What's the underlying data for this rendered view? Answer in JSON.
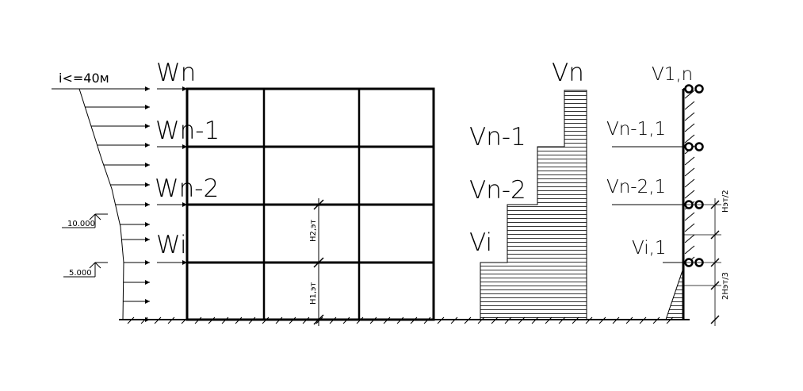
{
  "wind": {
    "range_label": "i<=40м",
    "level_10": "10.000",
    "level_5": "5.000"
  },
  "frame": {
    "loads": [
      "Wn",
      "Wn-1",
      "Wn-2",
      "Wi"
    ],
    "dim_upper": "H2,эт",
    "dim_lower": "H1,эт"
  },
  "shear": {
    "labels": [
      "Vn",
      "Vn-1",
      "Vn-2",
      "Vi"
    ]
  },
  "supports": {
    "labels": [
      "V1,n",
      "Vn-1,1",
      "Vn-2,1",
      "Vi,1"
    ],
    "dim_upper": "Нэт/2",
    "dim_lower": "2Нэт/3"
  }
}
